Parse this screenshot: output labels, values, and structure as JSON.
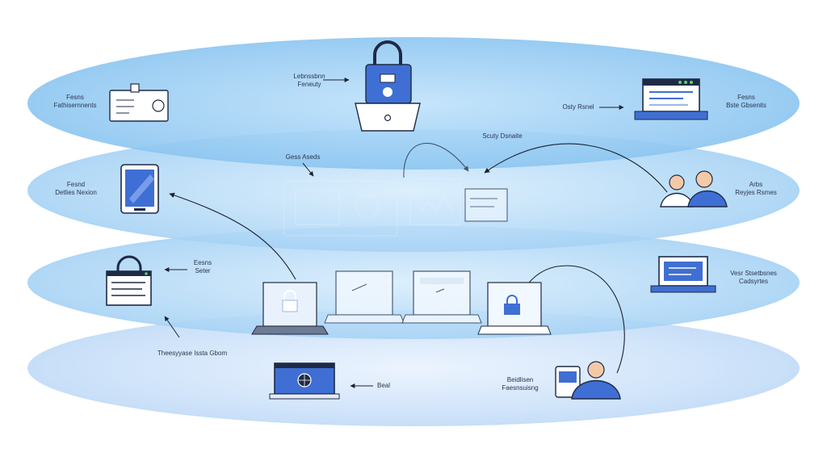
{
  "labels": {
    "top_left": "Fesns\nFathisernnents",
    "top_center": "Lebnssbnn\nFeneuty",
    "top_right_arrow": "Osty Rsnel",
    "top_right": "Fesns\nBste Gbsenits",
    "mid_center": "Scuty Dsnaite",
    "layer2_center": "Gess Aseds",
    "layer2_left": "Fesnd\nDetlies Nexion",
    "layer2_right": "Arbs\nReyjes Rsmes",
    "layer3_left": "Eesns\nSeter",
    "layer3_right": "Vesr Stsetbsnes\nCadsyrtes",
    "bottom_left": "Theesyyase Issta Gbom",
    "bottom_center": "Beal",
    "bottom_right": "Beidlisen\nFaesnsuisng"
  },
  "colors": {
    "layer_fill": "#9fd0f3",
    "layer_edge": "#c7e3f8",
    "icon_blue": "#3f6fd4",
    "icon_dark": "#1e2a46",
    "line": "#1c2233"
  },
  "icons": [
    "id-card-icon",
    "padlock-icon",
    "monitor-icon",
    "tablet-icon",
    "people-icon",
    "secure-document-icon",
    "laptop-icon",
    "laptop-lock-icon",
    "monitor-globe-icon",
    "user-badge-icon"
  ]
}
